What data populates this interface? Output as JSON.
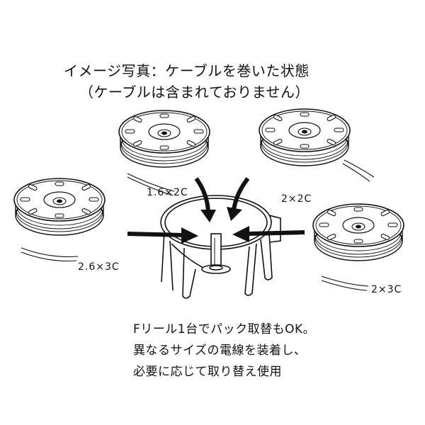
{
  "captions": {
    "line1": "イメージ写真：ケーブルを巻いた状態",
    "line2": "（ケーブルは含まれておりません）"
  },
  "reels": [
    {
      "label": "1.6×2C"
    },
    {
      "label": "2×2C"
    },
    {
      "label": "2.6×3C"
    },
    {
      "label": "2×3C"
    }
  ],
  "notes": [
    "Fリール1台でパック取替もOK。",
    "異なるサイズの電線を装着し、",
    "必要に応じて取り替え使用"
  ],
  "colors": {
    "ink": "#111111",
    "background": "#ffffff"
  }
}
